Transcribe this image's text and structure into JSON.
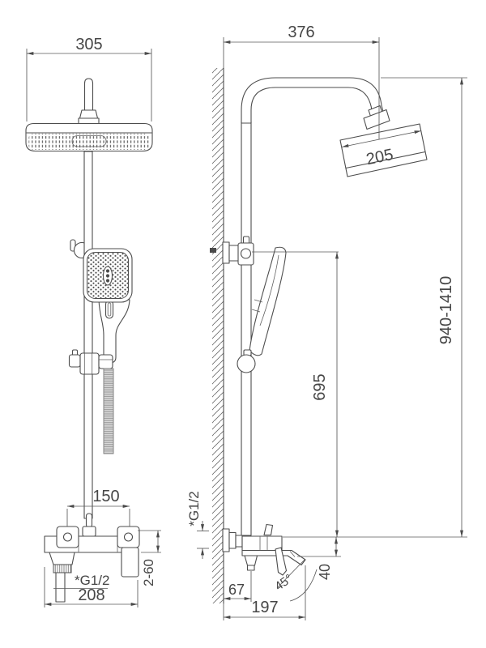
{
  "drawing": {
    "colors": {
      "line": "#4d4d4d",
      "dimension_line": "#5a5a5a",
      "text": "#464646",
      "hose_fill": "#d8d8d8",
      "background": "#ffffff"
    },
    "front_view": {
      "dim_head_width": "305",
      "dim_hole_spacing": "150",
      "dim_total_width": "208",
      "dim_adjust_range": "2-60",
      "thread_label": "*G1/2"
    },
    "side_view": {
      "dim_top_reach": "376",
      "dim_head_length": "205",
      "dim_height_range": "940-1410",
      "dim_riser_height": "695",
      "thread_label": "*G1/2",
      "dim_wall_offset": "67",
      "dim_spout_reach": "197",
      "angle_spout": "45°",
      "dim_spout_drop": "40"
    }
  }
}
